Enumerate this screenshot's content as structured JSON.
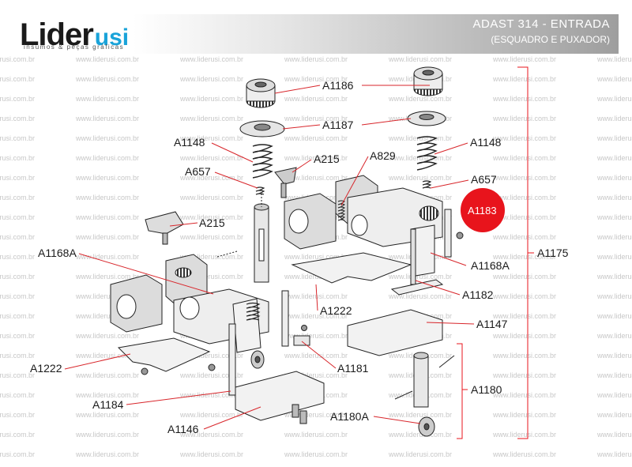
{
  "header": {
    "logo_main": "Lider",
    "logo_accent": "usi",
    "logo_tagline": "insumos & peças gráficas",
    "title": "ADAST 314 - ENTRADA",
    "subtitle": "(ESQUADRO E PUXADOR)"
  },
  "watermark": "www.liderusi.com.br",
  "parts": {
    "a1186": "A1186",
    "a1187": "A1187",
    "a1148_left": "A1148",
    "a1148_right": "A1148",
    "a215_top": "A215",
    "a829": "A829",
    "a657_left": "A657",
    "a657_right": "A657",
    "a1183": "A1183",
    "a215_left": "A215",
    "a1168a_left": "A1168A",
    "a1168a_right": "A1168A",
    "a1175": "A1175",
    "a1182": "A1182",
    "a1222_center": "A1222",
    "a1222_left": "A1222",
    "a1147": "A1147",
    "a1181": "A1181",
    "a1180": "A1180",
    "a1184": "A1184",
    "a1180a": "A1180A",
    "a1146": "A1146"
  },
  "colors": {
    "highlight": "#e8141c",
    "leader": "#d8262b",
    "accent": "#1aa3d9"
  }
}
